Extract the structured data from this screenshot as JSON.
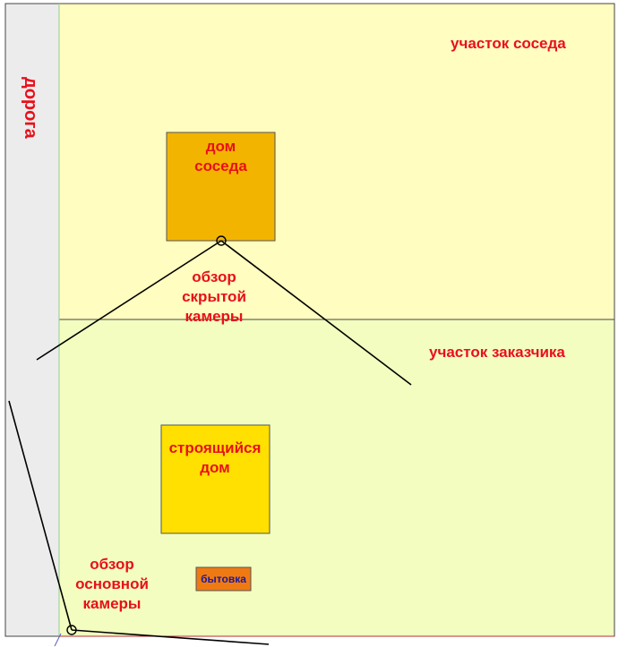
{
  "road": {
    "label": "дорога"
  },
  "neighbor_plot": {
    "label": "участок соседа"
  },
  "neighbor_house": {
    "line1": "дом",
    "line2": "соседа"
  },
  "hidden_camera": {
    "line1": "обзор",
    "line2": "скрытой",
    "line3": "камеры"
  },
  "client_plot": {
    "label": "участок заказчика"
  },
  "building_house": {
    "line1": "строящийся",
    "line2": "дом"
  },
  "shed": {
    "label": "бытовка"
  },
  "main_camera": {
    "line1": "обзор",
    "line2": "основной",
    "line3": "камеры"
  },
  "colors": {
    "neighbor_plot": "#fffdbf",
    "client_plot": "#f3fdbf",
    "road": "#ececec",
    "neighbor_house": "#f3b400",
    "building_house": "#ffe000",
    "shed": "#f07a12",
    "label_red": "#e8101a",
    "shed_label": "#1a1aa0"
  }
}
